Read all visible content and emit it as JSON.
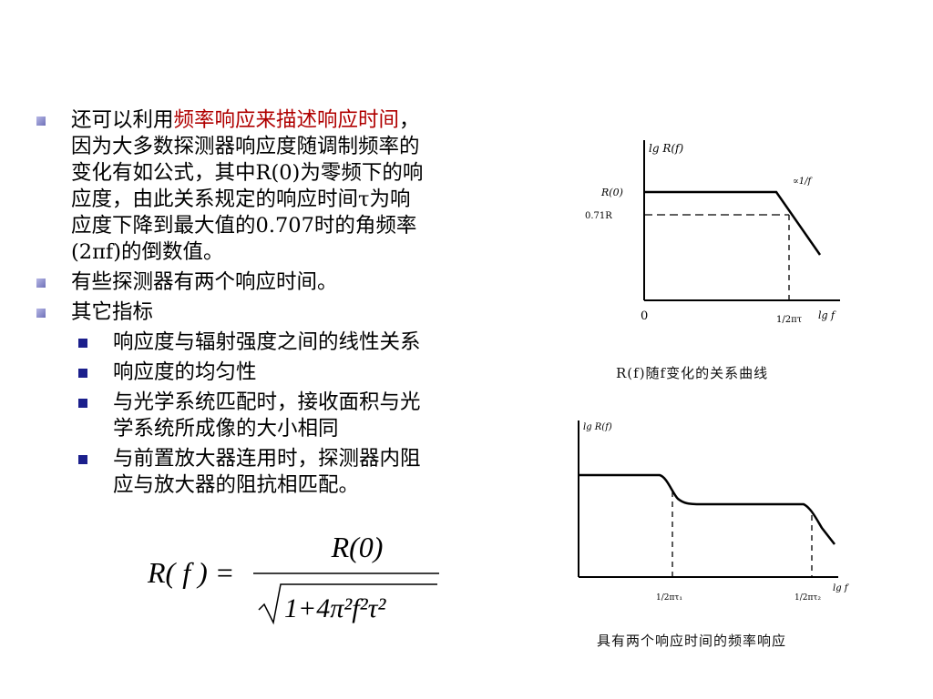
{
  "bullets": [
    {
      "lines": [
        {
          "pre": "还可以利用",
          "hl": "频率响应来描述响应时间",
          "post": "，"
        },
        {
          "pre": "因为大多数探测器响应度随调制频率的",
          "hl": "",
          "post": ""
        },
        {
          "pre": "变化有如公式，其中R(0)为零频下的响",
          "hl": "",
          "post": ""
        },
        {
          "pre": "应度，由此关系规定的响应时间τ为响",
          "hl": "",
          "post": ""
        },
        {
          "pre": "应度下降到最大值的0.707时的角频率",
          "hl": "",
          "post": ""
        },
        {
          "pre": "(2πf)的倒数值。",
          "hl": "",
          "post": ""
        }
      ]
    },
    {
      "text": "有些探测器有两个响应时间。"
    },
    {
      "text": "其它指标"
    }
  ],
  "sub_bullets": [
    {
      "lines": [
        "响应度与辐射强度之间的线性关系"
      ]
    },
    {
      "lines": [
        "响应度的均匀性"
      ]
    },
    {
      "lines": [
        "与光学系统匹配时，接收面积与光",
        "学系统所成像的大小相同"
      ]
    },
    {
      "lines": [
        "与前置放大器连用时，探测器内阻",
        "应与放大器的阻抗相匹配。"
      ]
    }
  ],
  "formula": {
    "lhs": "R( f ) =",
    "numerator": "R(0)",
    "denominator": "1+4π²f²τ²"
  },
  "chart1": {
    "ylabel": "lg R(f)",
    "r0_label": "R(0)",
    "level_label": "0.71R",
    "slope_label": "∝1/f",
    "origin_label": "0",
    "tick_label": "1/2πτ",
    "xlabel": "lg f",
    "caption": "R(f)随f变化的关系曲线"
  },
  "chart2": {
    "ylabel": "lg R(f)",
    "tick1_label": "1/2πτ₁",
    "tick2_label": "1/2πτ₂",
    "xlabel": "lg f",
    "caption": "具有两个响应时间的频率响应"
  }
}
